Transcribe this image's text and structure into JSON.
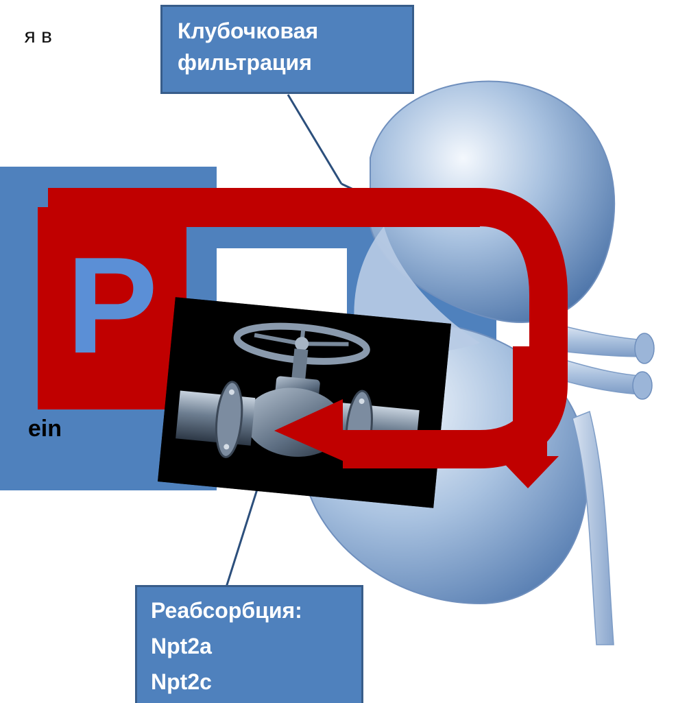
{
  "slide": {
    "fragments": {
      "top_left": "я в",
      "bottom_left": "ein"
    },
    "letter_tile": {
      "letter": "P"
    },
    "labels": {
      "filtration": {
        "line1": "Клубочковая",
        "line2": "фильтрация"
      },
      "reabsorption": {
        "line1": "Реабсорбция:",
        "line2": "Npt2a",
        "line3": "Npt2c"
      }
    },
    "colors": {
      "box_blue": "#4f81bd",
      "box_border": "#385d8a",
      "arrow_red": "#c00000",
      "letter_blue": "#5b8fd6",
      "kidney": "#7fa2cc"
    },
    "icons": {
      "kidney": "kidney-illustration",
      "valve": "pipe-valve-photo"
    }
  }
}
